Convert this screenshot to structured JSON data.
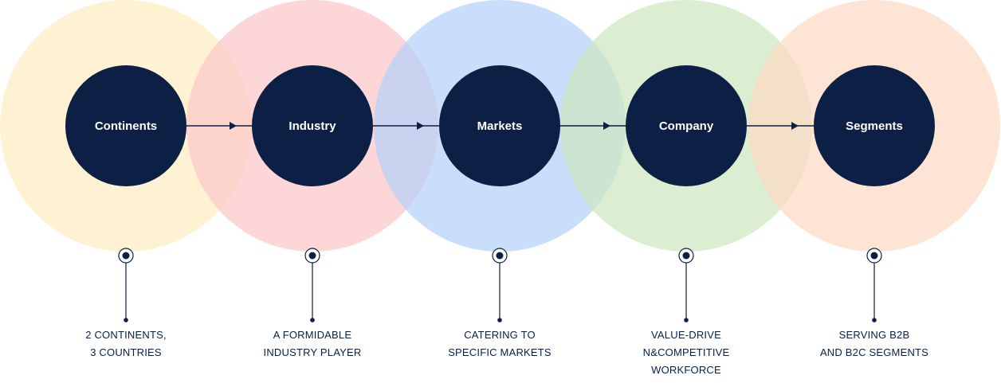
{
  "diagram": {
    "stages": [
      {
        "label": "Continents",
        "caption": [
          "2 CONTINENTS,",
          "3 COUNTRIES"
        ],
        "halo_color": "#fdedc0"
      },
      {
        "label": "Industry",
        "caption": [
          "A FORMIDABLE",
          "INDUSTRY PLAYER"
        ],
        "halo_color": "#fcc7c7"
      },
      {
        "label": "Markets",
        "caption": [
          "CATERING TO",
          "SPECIFIC MARKETS"
        ],
        "halo_color": "#b4d1f8"
      },
      {
        "label": "Company",
        "caption": [
          "VALUE-DRIVE",
          "N&COMPETITIVE",
          "WORKFORCE"
        ],
        "halo_color": "#cde7c0"
      },
      {
        "label": "Segments",
        "caption": [
          "SERVING B2B",
          "AND B2C SEGMENTS"
        ],
        "halo_color": "#fddac4"
      }
    ],
    "colors": {
      "node": "#0c1f45",
      "node_text": "#ffffff",
      "connector": "#0c1f45"
    }
  }
}
